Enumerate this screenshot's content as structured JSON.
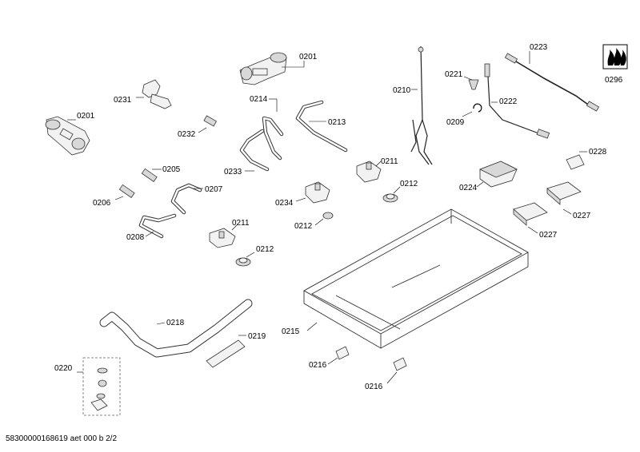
{
  "parts": {
    "p0201a": "0201",
    "p0201b": "0201",
    "p0231": "0231",
    "p0232": "0232",
    "p0214": "0214",
    "p0213": "0213",
    "p0233": "0233",
    "p0205": "0205",
    "p0206": "0206",
    "p0207": "0207",
    "p0208": "0208",
    "p0211a": "0211",
    "p0211b": "0211",
    "p0212a": "0212",
    "p0212b": "0212",
    "p0212c": "0212",
    "p0234": "0234",
    "p0210": "0210",
    "p0221": "0221",
    "p0209": "0209",
    "p0222": "0222",
    "p0223": "0223",
    "p0296": "0296",
    "p0228": "0228",
    "p0224": "0224",
    "p0227a": "0227",
    "p0227b": "0227",
    "p0215": "0215",
    "p0216a": "0216",
    "p0216b": "0216",
    "p0218": "0218",
    "p0219": "0219",
    "p0220": "0220"
  },
  "footer": {
    "code": "58300000168619 aet 000 b 2/2"
  }
}
